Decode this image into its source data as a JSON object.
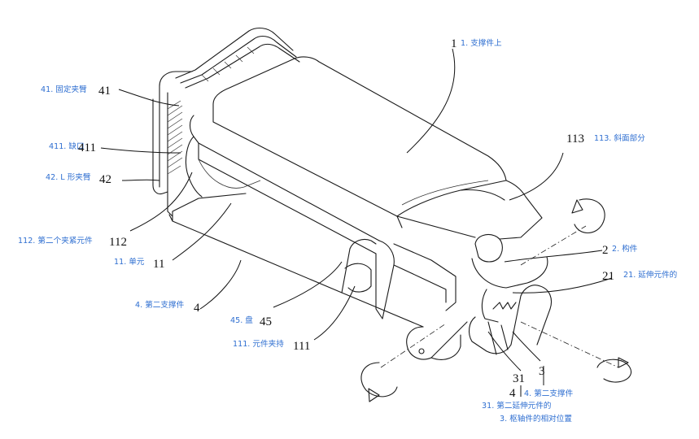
{
  "callouts": {
    "c1": {
      "num": "1",
      "label": "1. 支撑件上"
    },
    "c41": {
      "num": "41",
      "label": "41. 固定夹臂"
    },
    "c411": {
      "num": "411",
      "label": "411. 缺口"
    },
    "c42": {
      "num": "42",
      "label": "42. L 形夹臂"
    },
    "c112": {
      "num": "112",
      "label": "112. 第二个夹紧元件"
    },
    "c11": {
      "num": "11",
      "label": "11. 单元"
    },
    "c4": {
      "num": "4",
      "label": "4. 第二支撑件"
    },
    "c45": {
      "num": "45",
      "label": "45. 盘"
    },
    "c111": {
      "num": "111",
      "label": "111. 元件夹持"
    },
    "c113": {
      "num": "113",
      "label": "113. 斜面部分"
    },
    "c2": {
      "num": "2",
      "label": "2. 构件"
    },
    "c21": {
      "num": "21",
      "label": "21. 延伸元件的"
    },
    "c3": {
      "num": "3"
    },
    "c31": {
      "num": "31"
    },
    "c4b": {
      "num": "4",
      "label": "4. 第二支撑件"
    },
    "c31b": {
      "label": "31. 第二延伸元件的"
    },
    "c3b": {
      "label": "3. 枢轴件的相对位置"
    }
  }
}
